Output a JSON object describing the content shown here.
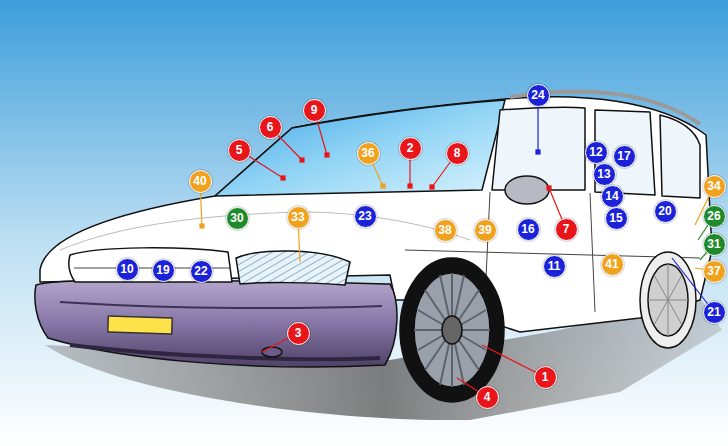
{
  "diagram": {
    "labels": [
      "24",
      "9",
      "6",
      "2",
      "36",
      "8",
      "5",
      "12",
      "17",
      "13",
      "40",
      "34",
      "14",
      "20",
      "26",
      "30",
      "33",
      "23",
      "15",
      "38",
      "39",
      "16",
      "7",
      "31",
      "11",
      "41",
      "10",
      "19",
      "22",
      "37",
      "21",
      "3",
      "1",
      "4"
    ]
  }
}
